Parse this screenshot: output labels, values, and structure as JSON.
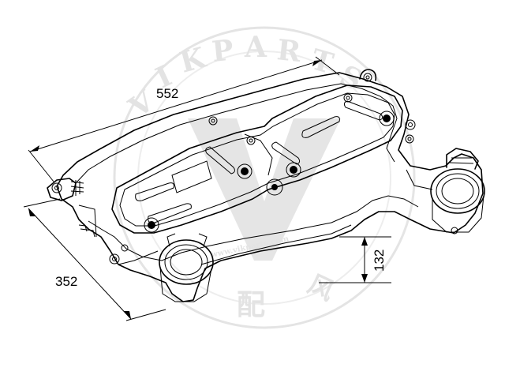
{
  "dimensions": {
    "length": "552",
    "width": "352",
    "height": "132"
  },
  "watermark": {
    "arc_text": "VIKPARTS",
    "char_left": "配",
    "char_right": "风",
    "url": "www.vikparts.com"
  },
  "colors": {
    "line": "#000000",
    "watermark": "#d9d9d9",
    "background": "#ffffff"
  }
}
